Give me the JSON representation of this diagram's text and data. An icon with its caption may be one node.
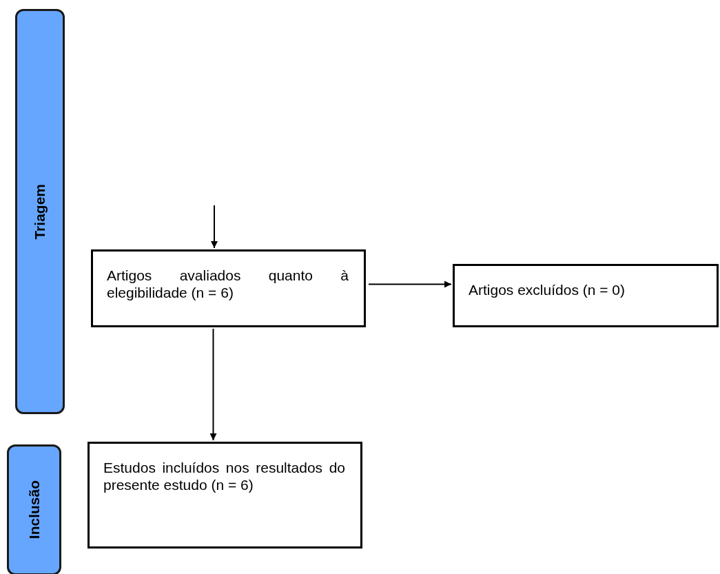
{
  "diagram": {
    "nodes": [
      {
        "text": [
          "Triagem"
        ]
      },
      {
        "text": [
          "Artigos avaliados quanto à elegibilidade (n = 6)"
        ]
      },
      {
        "text": [
          "Artigos excluídos (n = 0)"
        ]
      },
      {
        "text": [
          "Inclusão"
        ]
      },
      {
        "text": [
          "Estudos incluídos nos resultados do presente estudo (n = 6)"
        ]
      }
    ],
    "edges": [
      {
        "from": null,
        "to": 1,
        "arrow": "to"
      },
      {
        "from": 1,
        "to": 2,
        "arrow": "to"
      },
      {
        "from": 1,
        "to": 4,
        "arrow": "to"
      }
    ]
  }
}
